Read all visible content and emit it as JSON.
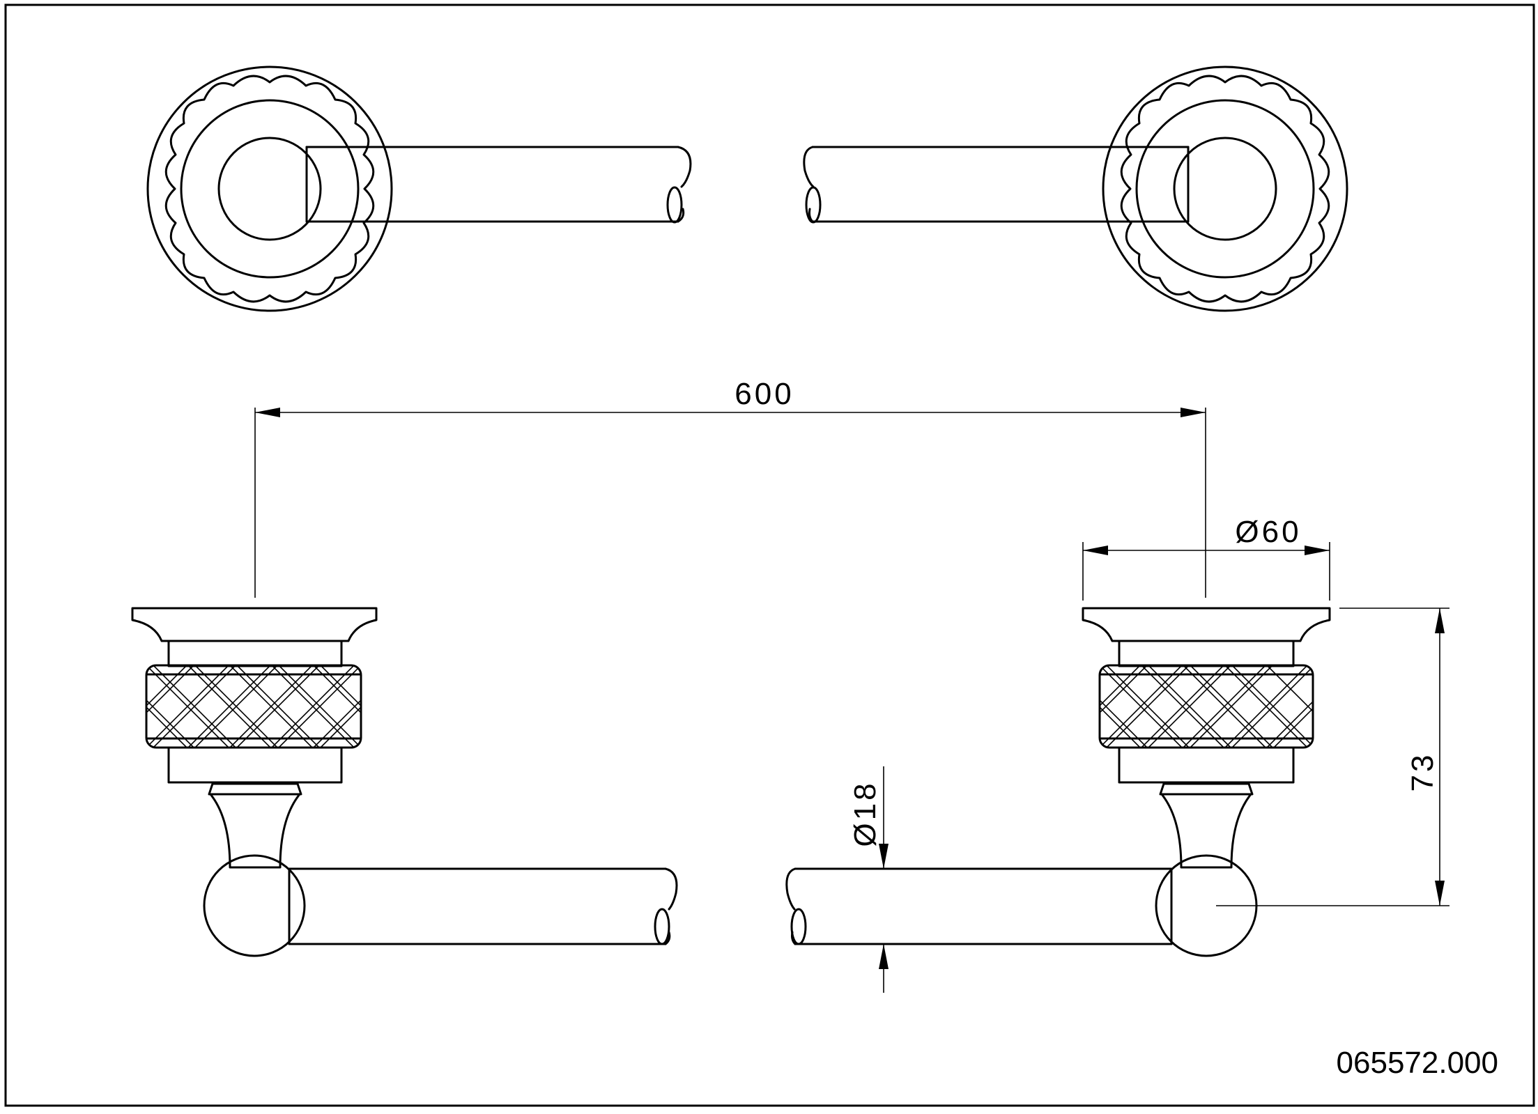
{
  "drawing": {
    "part_number": "065572.000",
    "dimensions": {
      "length": "600",
      "rosette_diameter": "Ø60",
      "bar_diameter": "Ø18",
      "projection": "73"
    }
  }
}
